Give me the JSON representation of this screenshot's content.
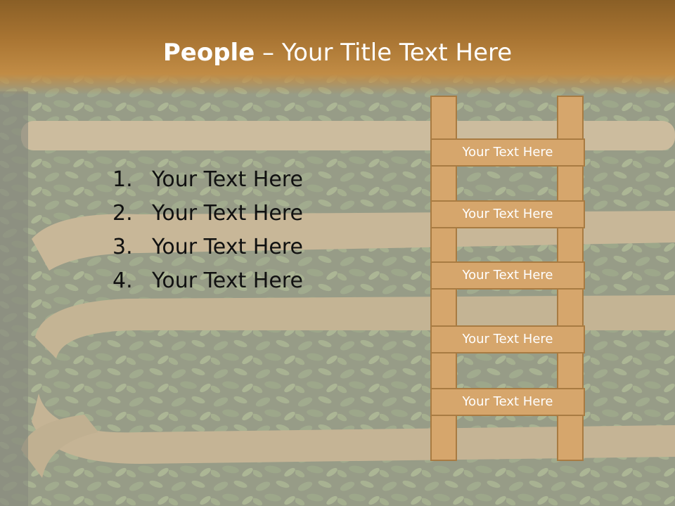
{
  "slide": {
    "title_bold": "People",
    "title_rest": " – Your Title Text Here",
    "list": [
      {
        "num": "1.",
        "text": "Your Text Here"
      },
      {
        "num": "2.",
        "text": "Your Text Here"
      },
      {
        "num": "3.",
        "text": "Your Text Here"
      },
      {
        "num": "4.",
        "text": "Your Text Here"
      }
    ],
    "ladder_rungs": [
      "Your Text Here",
      "Your Text Here",
      "Your Text Here",
      "Your Text Here",
      "Your Text Here"
    ]
  },
  "colors": {
    "title_band": "#a87432",
    "ladder_fill": "#d6a66c",
    "ladder_border": "#a87b42",
    "text": "#111111",
    "title_text": "#ffffff"
  }
}
